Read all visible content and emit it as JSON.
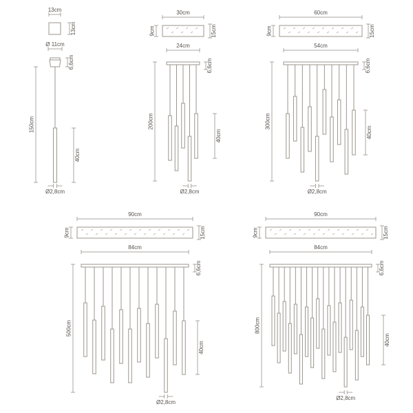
{
  "page": {
    "background": "#ffffff",
    "object_line_color": "#9b958e",
    "dimension_line_color": "#8f8a84",
    "text_color": "#55504b"
  },
  "figures": [
    {
      "id": "pendant-150cm",
      "tube_count": 1,
      "labels": {
        "top_width": "13cm",
        "top_side": "13cm",
        "canopy_width": "Ø 11cm",
        "canopy_height": "6,6cm",
        "drop": "150cm",
        "tube_length": "40cm",
        "tube_diameter": "Ø2,8cm"
      }
    },
    {
      "id": "pendant-200cm",
      "tube_count": 5,
      "labels": {
        "top_width": "30cm",
        "top_depth": "9cm",
        "top_side": "15cm",
        "canopy_width": "24cm",
        "canopy_height": "6,6cm",
        "drop": "200cm",
        "tube_length": "40cm",
        "tube_diameter": "Ø2,8cm"
      }
    },
    {
      "id": "pendant-300cm",
      "tube_count": 10,
      "labels": {
        "top_width": "60cm",
        "top_depth": "9cm",
        "top_side": "15cm",
        "canopy_width": "54cm",
        "canopy_height": "6,6cm",
        "drop": "300cm",
        "tube_length": "40cm",
        "tube_diameter": "Ø2,8cm"
      }
    },
    {
      "id": "pendant-500cm",
      "tube_count": 12,
      "labels": {
        "top_width": "90cm",
        "top_depth": "9cm",
        "top_side": "15cm",
        "canopy_width": "84cm",
        "canopy_height": "6,6cm",
        "drop": "500cm",
        "tube_length": "40cm",
        "tube_diameter": "Ø2,8cm"
      }
    },
    {
      "id": "pendant-800cm",
      "tube_count": 18,
      "labels": {
        "top_width": "90cm",
        "top_depth": "9cm",
        "top_side": "15cm",
        "canopy_width": "84cm",
        "canopy_height": "6,6cm",
        "drop": "800cm",
        "tube_length": "40cm",
        "tube_diameter": "Ø2,8cm"
      }
    }
  ]
}
